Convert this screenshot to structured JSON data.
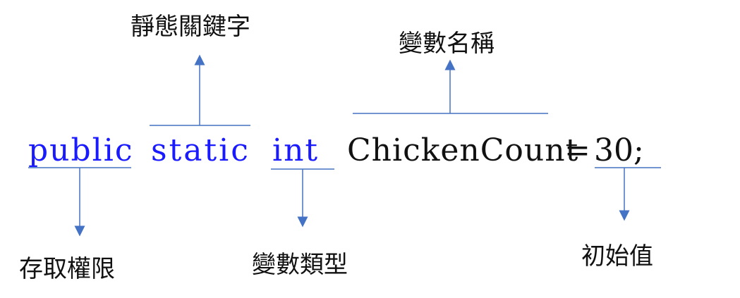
{
  "code": {
    "access_modifier": "public",
    "static_keyword": "static",
    "type_keyword": "int",
    "variable_name": "ChickenCount",
    "equals": "=",
    "initial_value": "30;"
  },
  "labels": {
    "static_keyword": "靜態關鍵字",
    "variable_name": "變數名稱",
    "access_modifier": "存取權限",
    "variable_type": "變數類型",
    "initial_value": "初始值"
  },
  "colors": {
    "keyword": "#1a1aff",
    "line": "#4472c4",
    "text": "#111111"
  }
}
